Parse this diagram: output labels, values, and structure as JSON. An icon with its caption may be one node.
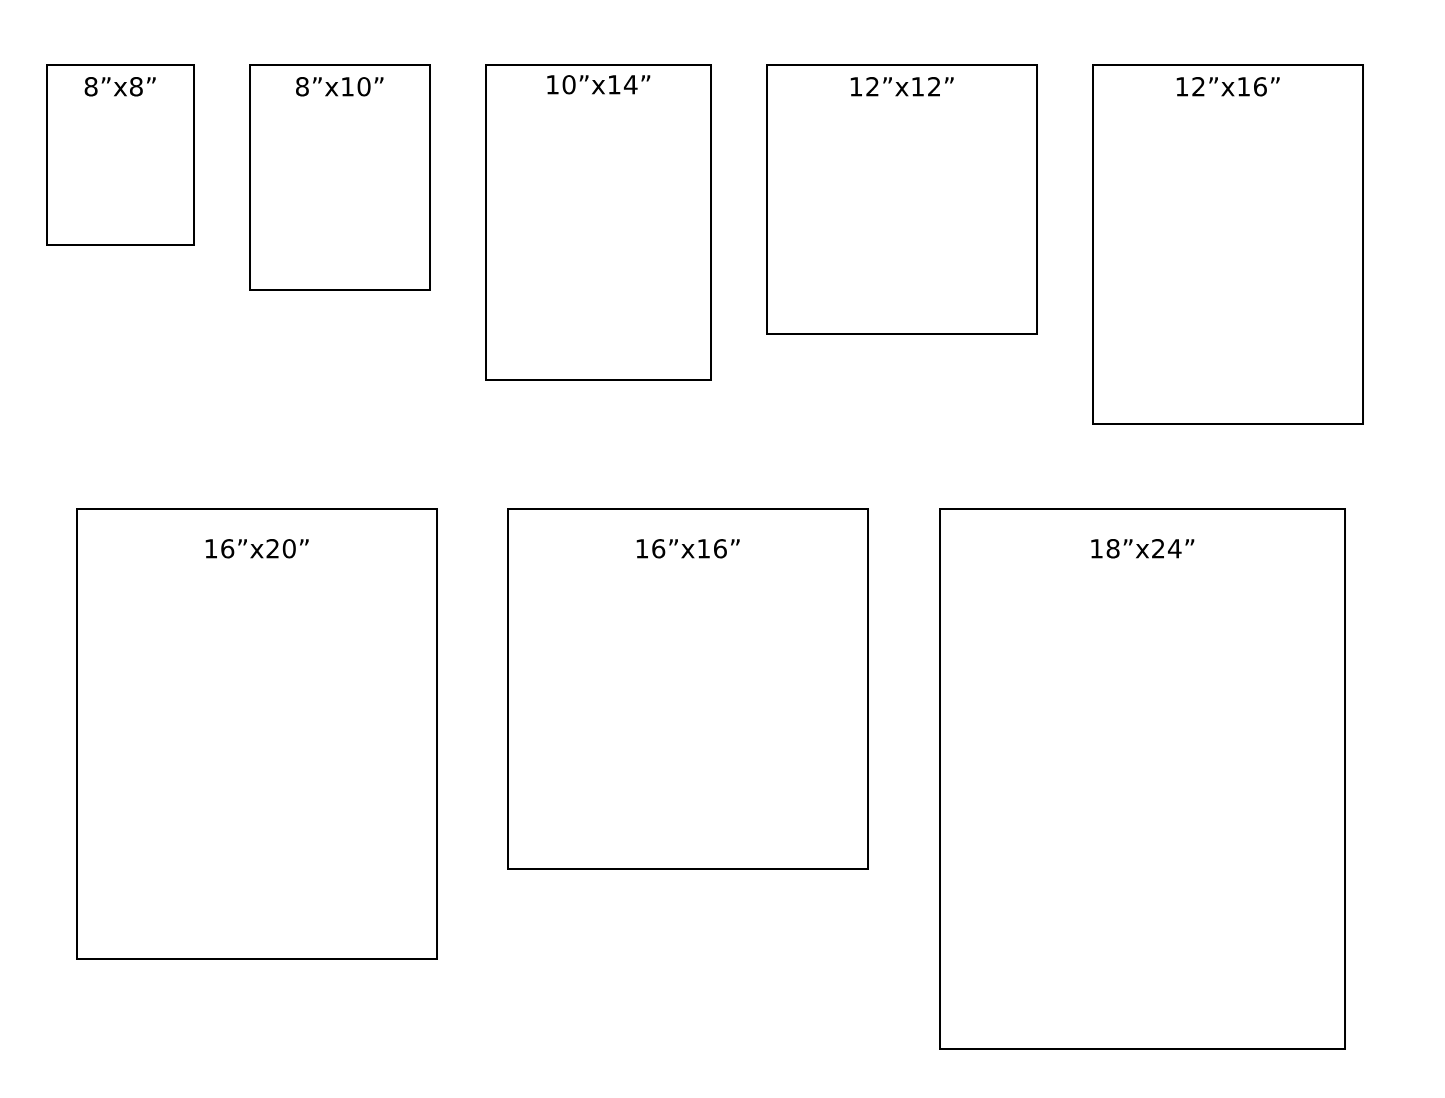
{
  "diagram": {
    "nodes": [
      {
        "text": [
          "8”x8”"
        ]
      },
      {
        "text": [
          "8”x10”"
        ]
      },
      {
        "text": [
          "10”x14”"
        ]
      },
      {
        "text": [
          "12”x12”"
        ]
      },
      {
        "text": [
          "12”x16”"
        ]
      },
      {
        "text": [
          "16”x20”"
        ]
      },
      {
        "text": [
          "16”x16”"
        ]
      },
      {
        "text": [
          "18”x24”"
        ]
      }
    ]
  }
}
